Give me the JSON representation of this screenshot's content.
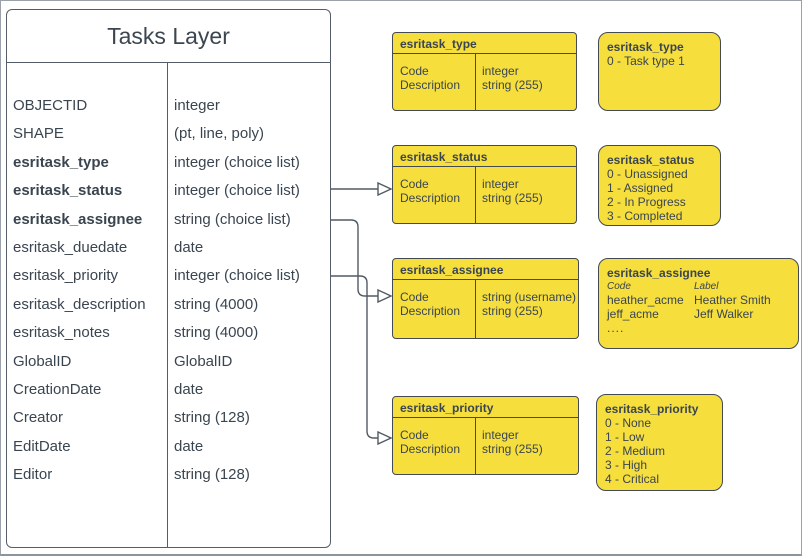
{
  "colors": {
    "node_fill": "#F6DE3D",
    "node_border": "#444A51",
    "connector": "#515A63",
    "text": "#3A4550",
    "table_border": "#555E68",
    "canvas_border": "#9AA1A8"
  },
  "tasks_layer": {
    "title": "Tasks Layer",
    "fields": [
      {
        "name": "OBJECTID",
        "type": "integer",
        "bold": false
      },
      {
        "name": "SHAPE",
        "type": "(pt, line, poly)",
        "bold": false
      },
      {
        "name": "esritask_type",
        "type": "integer (choice list)",
        "bold": true
      },
      {
        "name": "esritask_status",
        "type": "integer (choice list)",
        "bold": true
      },
      {
        "name": "esritask_assignee",
        "type": "string (choice list)",
        "bold": true
      },
      {
        "name": "esritask_duedate",
        "type": "date",
        "bold": false
      },
      {
        "name": "esritask_priority",
        "type": "integer (choice list)",
        "bold": false
      },
      {
        "name": "esritask_description",
        "type": "string (4000)",
        "bold": false
      },
      {
        "name": "esritask_notes",
        "type": "string (4000)",
        "bold": false
      },
      {
        "name": "GlobalID",
        "type": "GlobalID",
        "bold": false
      },
      {
        "name": "CreationDate",
        "type": "date",
        "bold": false
      },
      {
        "name": "Creator",
        "type": "string (128)",
        "bold": false
      },
      {
        "name": "EditDate",
        "type": "date",
        "bold": false
      },
      {
        "name": "Editor",
        "type": "string (128)",
        "bold": false
      }
    ]
  },
  "attribute_tables": [
    {
      "title": "esritask_type",
      "rows": [
        [
          "Code",
          "integer"
        ],
        [
          "Description",
          "string (255)"
        ]
      ]
    },
    {
      "title": "esritask_status",
      "rows": [
        [
          "Code",
          "integer"
        ],
        [
          "Description",
          "string (255)"
        ]
      ]
    },
    {
      "title": "esritask_assignee",
      "rows": [
        [
          "Code",
          "string (username)"
        ],
        [
          "Description",
          "string (255)"
        ]
      ]
    },
    {
      "title": "esritask_priority",
      "rows": [
        [
          "Code",
          "integer"
        ],
        [
          "Description",
          "string (255)"
        ]
      ]
    }
  ],
  "value_lists": [
    {
      "title": "esritask_type",
      "items": [
        "0 - Task type 1"
      ]
    },
    {
      "title": "esritask_status",
      "items": [
        "0 - Unassigned",
        "1 - Assigned",
        "2 - In Progress",
        "3 - Completed"
      ]
    },
    {
      "title": "esritask_assignee",
      "columns": [
        "Code",
        "Label"
      ],
      "pairs": [
        [
          "heather_acme",
          "Heather Smith"
        ],
        [
          "jeff_acme",
          "Jeff Walker"
        ]
      ],
      "more": "...."
    },
    {
      "title": "esritask_priority",
      "items": [
        "0 - None",
        "1 - Low",
        "2 - Medium",
        "3 - High",
        "4 - Critical"
      ]
    }
  ]
}
